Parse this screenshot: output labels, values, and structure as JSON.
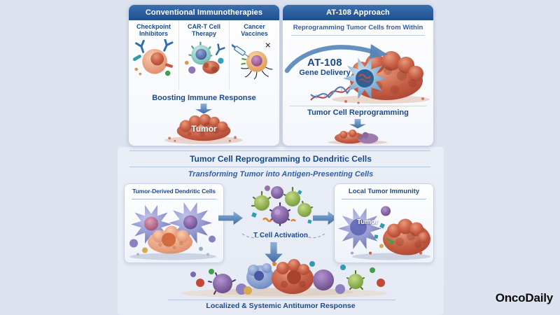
{
  "colors": {
    "background": "#dde2ef",
    "content_strip": "#e9edf6",
    "header_gradient_top": "#3c6fae",
    "header_gradient_bottom": "#1f4f8f",
    "navy_text": "#1c4a8c",
    "bright_blue_text": "#2e5fa8",
    "arrow_blue": "#4c79ad",
    "tumor_red": "#c75f46",
    "dendritic_purple": "#6b70b2",
    "tcell_green": "#6b9130",
    "logo_black": "#0a0a0a"
  },
  "top_left_panel": {
    "title": "Conventional Immunotherapies",
    "columns": [
      {
        "label": "Checkpoint Inhibitors"
      },
      {
        "label": "CAR-T Cell Therapy"
      },
      {
        "label": "Cancer Vaccines"
      }
    ],
    "result_label": "Boosting Immune Response",
    "tumor_label": "Tumor"
  },
  "top_right_panel": {
    "title": "AT-108 Approach",
    "subtitle": "Reprogramming Tumor Cells from Within",
    "gene_delivery_line1": "AT-108",
    "gene_delivery_line2": "Gene Delivery",
    "step_label": "Tumor Cell Reprogramming"
  },
  "middle_band": {
    "title": "Tumor Cell Reprogramming to Dendritic Cells",
    "subtitle": "Transforming Tumor into Antigen-Presenting Cells"
  },
  "bottom_section": {
    "left_box_title": "Tumor-Derived Dendritic Cells",
    "center_label": "T Cell Activation",
    "right_box_title": "Local Tumor Immunity",
    "right_box_tumor_label": "Tumor",
    "final_label": "Localized & Systemic Antitumor Response"
  },
  "branding": {
    "logo_text": "OncoDaily"
  }
}
